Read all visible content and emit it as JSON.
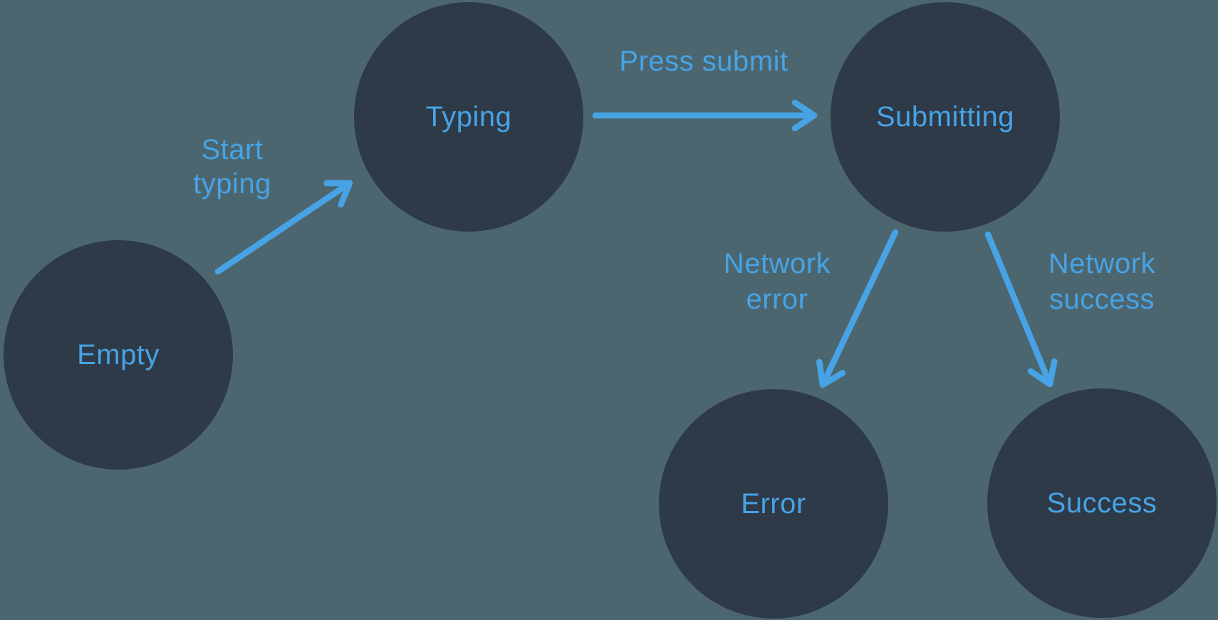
{
  "diagram": {
    "type": "state-machine",
    "colors": {
      "background": "#4C6670",
      "node_fill": "#2E3A48",
      "accent": "#47A3E5"
    },
    "nodes": [
      {
        "id": "empty",
        "label": "Empty"
      },
      {
        "id": "typing",
        "label": "Typing"
      },
      {
        "id": "submitting",
        "label": "Submitting"
      },
      {
        "id": "error",
        "label": "Error"
      },
      {
        "id": "success",
        "label": "Success"
      }
    ],
    "transitions": [
      {
        "from": "empty",
        "to": "typing",
        "label_lines": [
          "Start",
          "typing"
        ]
      },
      {
        "from": "typing",
        "to": "submitting",
        "label_lines": [
          "Press submit"
        ]
      },
      {
        "from": "submitting",
        "to": "error",
        "label_lines": [
          "Network",
          "error"
        ]
      },
      {
        "from": "submitting",
        "to": "success",
        "label_lines": [
          "Network",
          "success"
        ]
      }
    ]
  }
}
